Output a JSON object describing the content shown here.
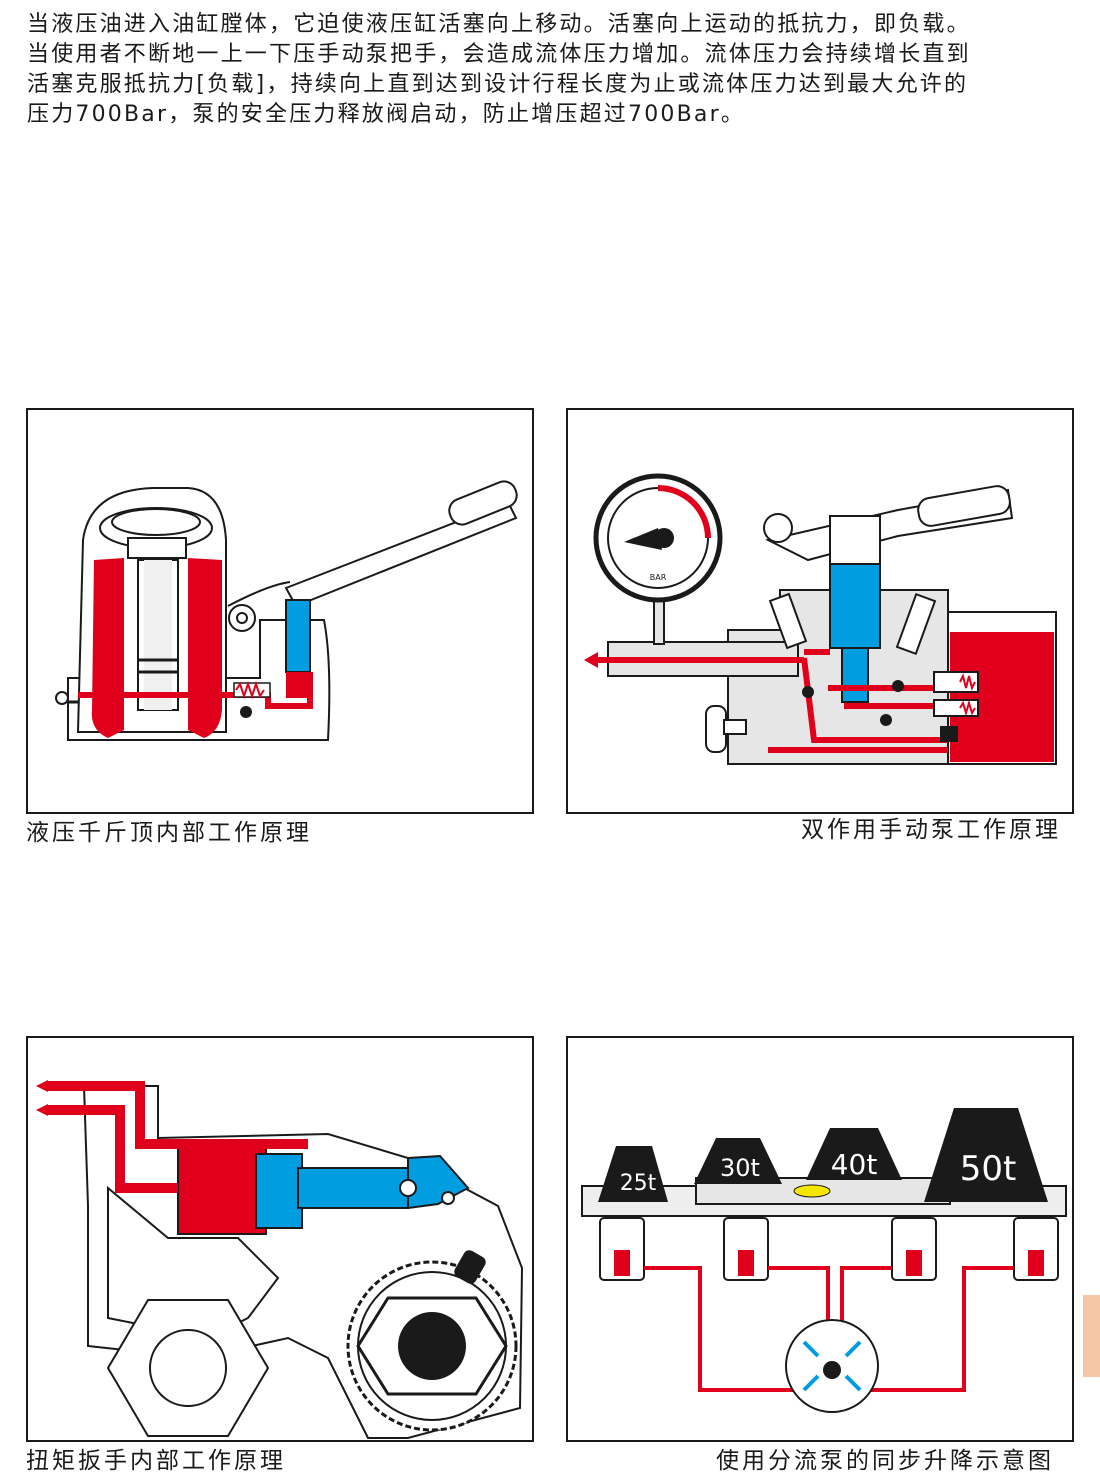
{
  "intro": {
    "lines": [
      "当液压油进入油缸膛体，它迫使液压缸活塞向上移动。活塞向上运动的抵抗力，即负载。",
      "当使用者不断地一上一下压手动泵把手，会造成流体压力增加。流体压力会持续增长直到",
      "活塞克服抵抗力[负载]，持续向上直到达到设计行程长度为止或流体压力达到最大允许的",
      "压力700Bar，泵的安全压力释放阀启动，防止增压超过700Bar。"
    ]
  },
  "figures": {
    "jack": {
      "caption": "液压千斤顶内部工作原理"
    },
    "pump": {
      "caption": "双作用手动泵工作原理",
      "gauge_label": "BAR"
    },
    "wrench": {
      "caption": "扭矩扳手内部工作原理"
    },
    "sync": {
      "caption": "使用分流泵的同步升降示意图",
      "weights": [
        "25t",
        "30t",
        "40t",
        "50t"
      ]
    }
  },
  "colors": {
    "oil": "#e0001b",
    "piston": "#009ee0",
    "outline": "#1a1a1a",
    "weight": "#1a1a1a",
    "level_bubble": "#f5e600"
  },
  "icons": [
    "pressure-gauge-icon",
    "flow-arrow-icon",
    "spring-icon",
    "gear-icon",
    "bolt-icon",
    "level-icon",
    "weight-icon"
  ]
}
